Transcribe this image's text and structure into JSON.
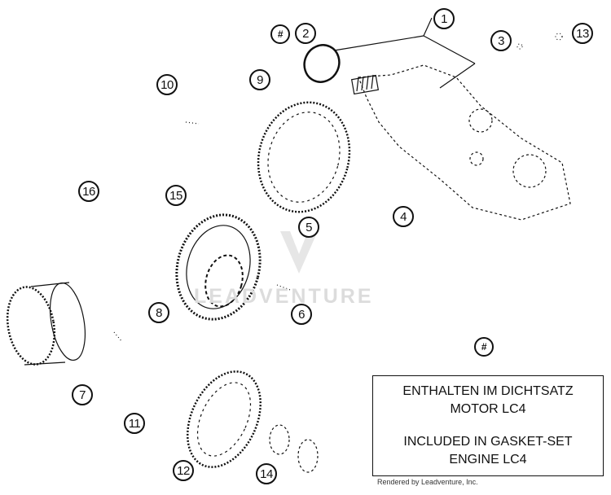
{
  "callouts": [
    {
      "id": "c1",
      "label": "1"
    },
    {
      "id": "c2",
      "label": "2"
    },
    {
      "id": "c3",
      "label": "3"
    },
    {
      "id": "c4",
      "label": "4"
    },
    {
      "id": "c5",
      "label": "5"
    },
    {
      "id": "c6",
      "label": "6"
    },
    {
      "id": "c7",
      "label": "7"
    },
    {
      "id": "c8",
      "label": "8"
    },
    {
      "id": "c9",
      "label": "9"
    },
    {
      "id": "c10",
      "label": "10"
    },
    {
      "id": "c11",
      "label": "11"
    },
    {
      "id": "c12",
      "label": "12"
    },
    {
      "id": "c13",
      "label": "13"
    },
    {
      "id": "c14",
      "label": "14"
    },
    {
      "id": "c15",
      "label": "15"
    },
    {
      "id": "c16",
      "label": "16"
    },
    {
      "id": "h1",
      "label": "#"
    },
    {
      "id": "h2",
      "label": "#"
    }
  ],
  "notice": {
    "line1": "ENTHALTEN IM DICHTSATZ",
    "line2": "MOTOR LC4",
    "line3": "INCLUDED IN GASKET-SET",
    "line4": "ENGINE LC4"
  },
  "watermark": "LEADVENTURE",
  "credit": "Rendered by Leadventure, Inc."
}
